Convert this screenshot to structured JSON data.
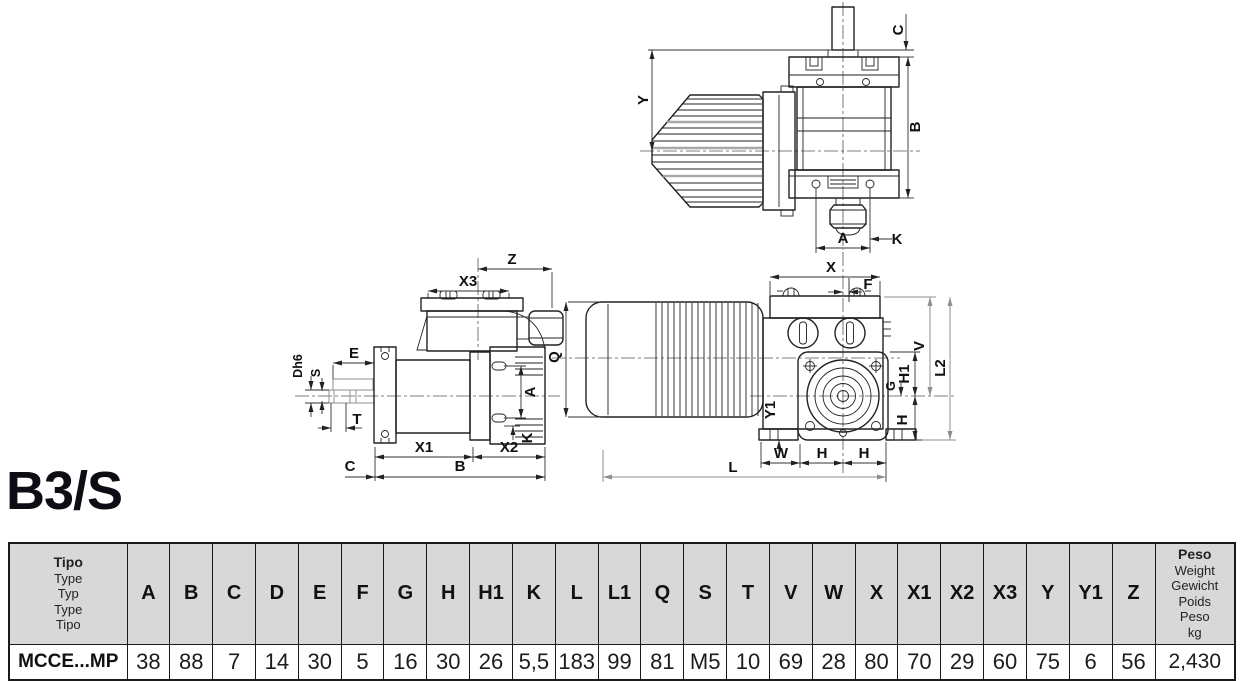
{
  "title": {
    "mounting": "B3/S"
  },
  "dim_labels": {
    "A": "A",
    "B": "B",
    "C": "C",
    "Dh6": "Dh6",
    "E": "E",
    "F": "F",
    "G": "G",
    "H": "H",
    "H1": "H1",
    "K": "K",
    "L": "L",
    "L2": "L2",
    "Q": "Q",
    "S": "S",
    "T": "T",
    "V": "V",
    "W": "W",
    "X": "X",
    "X1": "X1",
    "X2": "X2",
    "X3": "X3",
    "Y": "Y",
    "Y1": "Y1",
    "Z": "Z"
  },
  "table": {
    "type_header": [
      "Tipo",
      "Type",
      "Typ",
      "Type",
      "Tipo"
    ],
    "columns": [
      "A",
      "B",
      "C",
      "D",
      "E",
      "F",
      "G",
      "H",
      "H1",
      "K",
      "L",
      "L1",
      "Q",
      "S",
      "T",
      "V",
      "W",
      "X",
      "X1",
      "X2",
      "X3",
      "Y",
      "Y1",
      "Z"
    ],
    "weight_header": [
      "Peso",
      "Weight",
      "Gewicht",
      "Poids",
      "Peso",
      "kg"
    ],
    "row": {
      "type": "MCCE...MP",
      "values": [
        "38",
        "88",
        "7",
        "14",
        "30",
        "5",
        "16",
        "30",
        "26",
        "5,5",
        "183",
        "99",
        "81",
        "M5",
        "10",
        "69",
        "28",
        "80",
        "70",
        "29",
        "60",
        "75",
        "6",
        "56"
      ],
      "weight": "2,430"
    }
  },
  "colors": {
    "header_bg": "#d8d8d8",
    "line": "#222222",
    "gray_dim": "#8f8f8f"
  }
}
